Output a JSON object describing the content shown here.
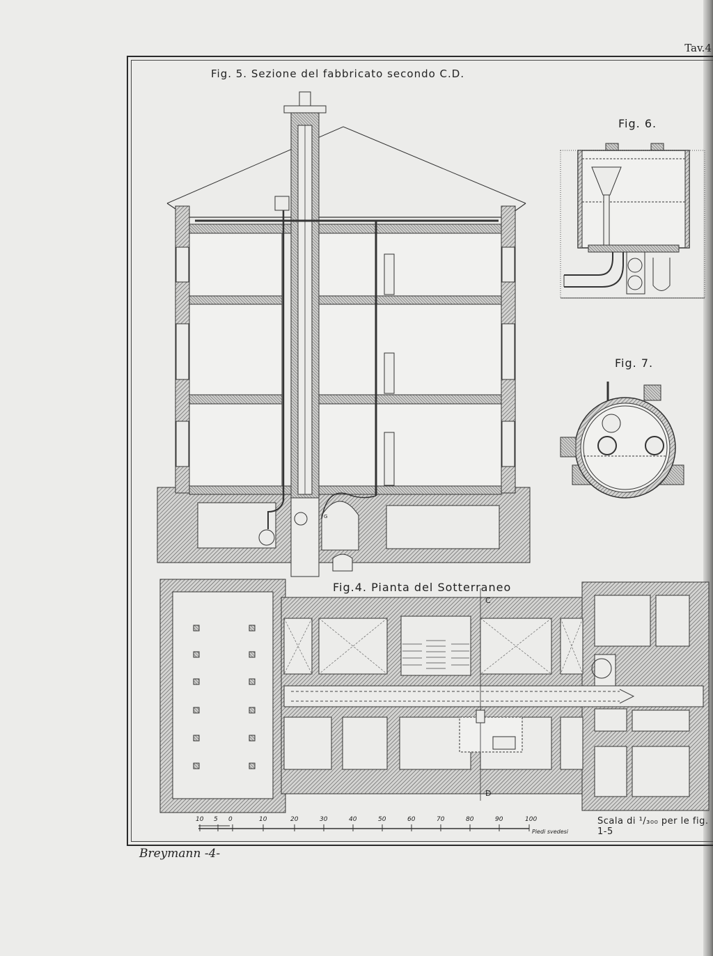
{
  "plate": {
    "tav": "Tav.4",
    "signature": "Breymann -4-"
  },
  "figures": {
    "fig5": "Fig. 5. Sezione del fabbricato secondo C.D.",
    "fig6": "Fig. 6.",
    "fig7": "Fig. 7.",
    "fig4": "Fig.4. Pianta del Sotterraneo"
  },
  "section_marks": {
    "c": "C",
    "d": "D",
    "g": "G"
  },
  "scale": {
    "caption": "Scala di ¹/₃₀₀ per le fig. 1-5",
    "unit": "Piedi svedesi",
    "ticks": [
      "10",
      "5",
      "0",
      "10",
      "20",
      "30",
      "40",
      "50",
      "60",
      "70",
      "80",
      "90",
      "100"
    ]
  },
  "colors": {
    "ink": "#222222",
    "paper": "#ececea",
    "hatch": "#555555"
  }
}
